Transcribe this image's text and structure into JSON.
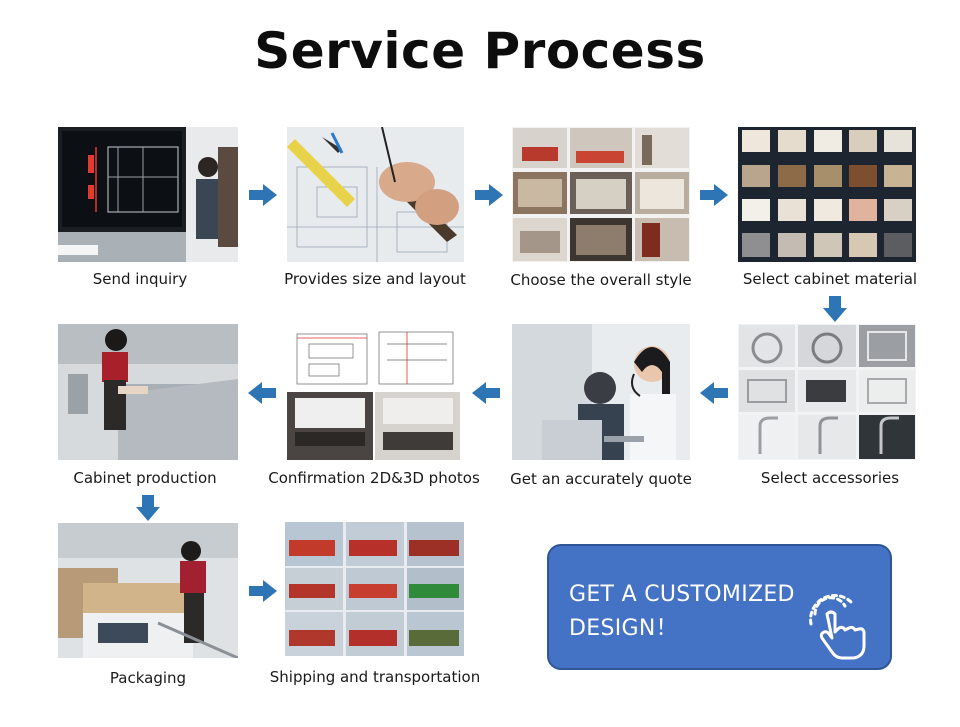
{
  "title": "Service Process",
  "steps": [
    {
      "caption": "Send inquiry"
    },
    {
      "caption": "Provides size and layout"
    },
    {
      "caption": "Choose the overall style"
    },
    {
      "caption": "Select cabinet material"
    },
    {
      "caption": "Select accessories"
    },
    {
      "caption": "Get an accurately quote"
    },
    {
      "caption": "Confirmation 2D&3D photos"
    },
    {
      "caption": "Cabinet production"
    },
    {
      "caption": "Packaging"
    },
    {
      "caption": "Shipping and transportation"
    }
  ],
  "cta": {
    "line1": "GET A CUSTOMIZED",
    "line2": "DESIGN！"
  },
  "colors": {
    "arrow": "#2e75b6",
    "cta_fill": "#4472c4",
    "cta_border": "#2f5597"
  }
}
